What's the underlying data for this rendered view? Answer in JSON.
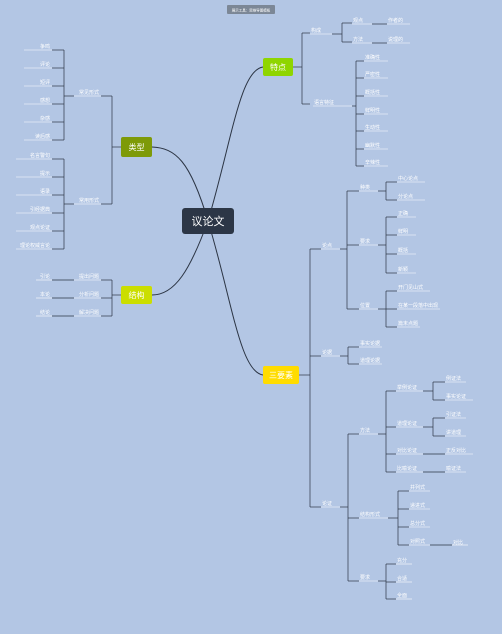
{
  "watermark": "展示工具：思维导图模板",
  "colors": {
    "background": "#b3c6e4",
    "root": "#2c3646",
    "node_tedian": "#8fd500",
    "node_leixing": "#7e9a08",
    "node_jiegou": "#cbde00",
    "node_sanyaosu": "#ffdc00",
    "line": "#2b3443",
    "leaf_line": "#ffffff"
  },
  "root": "议论文",
  "branches": {
    "tedian": {
      "label": "特点",
      "groups": [
        {
          "label": "构成",
          "items": [
            {
              "label": "观点",
              "sub": "作者的"
            },
            {
              "label": "方法",
              "sub": "说理的"
            }
          ]
        },
        {
          "label": "语言特征",
          "items": [
            "准确性",
            "严密性",
            "概括性",
            "鲜明性",
            "生动性",
            "幽默性",
            "辛辣性"
          ]
        }
      ]
    },
    "sanyaosu": {
      "label": "三要素",
      "lundian": {
        "label": "论点",
        "groups": [
          {
            "label": "种类",
            "items": [
              "中心论点",
              "分论点"
            ]
          },
          {
            "label": "要求",
            "items": [
              "正确",
              "鲜明",
              "概括",
              "新颖"
            ]
          },
          {
            "label": "位置",
            "items": [
              "开门见山式",
              "在某一段落中出现",
              "篇末点题"
            ]
          }
        ]
      },
      "lunju": {
        "label": "论据",
        "items": [
          "事实论据",
          "道理论据"
        ]
      },
      "lunzheng": {
        "label": "论证",
        "methods": {
          "label": "方法",
          "items": [
            {
              "label": "举例论证",
              "subs": [
                "例证法",
                "事实论证"
              ]
            },
            {
              "label": "道理论证",
              "subs": [
                "引证法",
                "讲道理"
              ]
            },
            {
              "label": "对比论证",
              "subs": [
                "正反对比"
              ]
            },
            {
              "label": "比喻论证",
              "subs": [
                "喻证法"
              ]
            }
          ]
        },
        "structure": {
          "label": "结构形式",
          "items": [
            {
              "label": "并列式"
            },
            {
              "label": "递进式"
            },
            {
              "label": "总分式"
            },
            {
              "label": "对照式",
              "sub": "对比"
            }
          ]
        },
        "requirements": {
          "label": "要求",
          "items": [
            "充分",
            "合适",
            "全面"
          ]
        }
      }
    },
    "leixing": {
      "label": "类型",
      "groups": [
        {
          "label": "常见形式",
          "items": [
            "争鸣",
            "评论",
            "短评",
            "感想",
            "杂感",
            "读后感"
          ]
        },
        {
          "label": "常用形式",
          "items": [
            "名言警句",
            "提示",
            "语录",
            "引经据典",
            "观点论证",
            "理论权威言论"
          ]
        }
      ]
    },
    "jiegou": {
      "label": "结构",
      "items": [
        {
          "label": "提出问题",
          "part": "引论"
        },
        {
          "label": "分析问题",
          "part": "本论"
        },
        {
          "label": "解决问题",
          "part": "结论"
        }
      ]
    }
  }
}
